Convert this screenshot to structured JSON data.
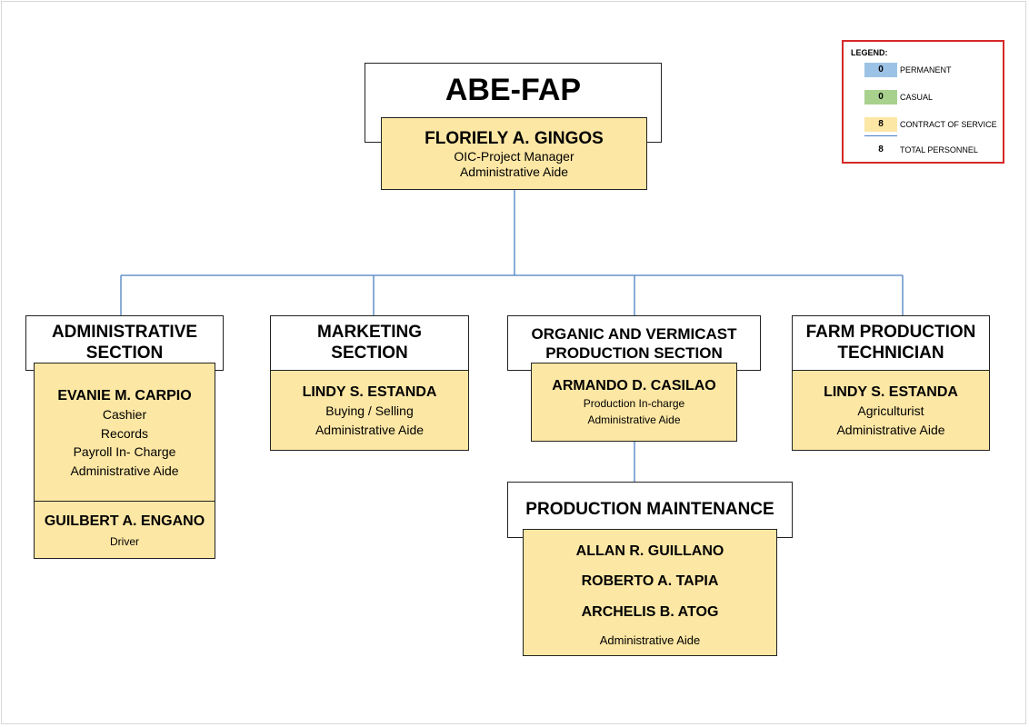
{
  "org": {
    "title": "ABE-FAP",
    "head": {
      "name": "FLORIELY A. GINGOS",
      "role1": "OIC-Project Manager",
      "role2": "Administrative Aide"
    }
  },
  "legend": {
    "title": "LEGEND:",
    "items": [
      {
        "value": "0",
        "label": "PERMANENT",
        "color": "#9cc3e5"
      },
      {
        "value": "0",
        "label": "CASUAL",
        "color": "#a9d18e"
      },
      {
        "value": "8",
        "label": "CONTRACT OF SERVICE",
        "color": "#fde7a4"
      },
      {
        "value": "8",
        "label": "TOTAL PERSONNEL",
        "color": "#ffffff"
      }
    ]
  },
  "sections": {
    "admin": {
      "title1": "ADMINISTRATIVE",
      "title2": "SECTION",
      "person1": {
        "name": "EVANIE M. CARPIO",
        "roles": [
          "Cashier",
          "Records",
          "Payroll In- Charge",
          "Administrative Aide"
        ]
      },
      "person2": {
        "name": "GUILBERT A. ENGANO",
        "role": "Driver"
      }
    },
    "marketing": {
      "title1": "MARKETING",
      "title2": "SECTION",
      "name": "LINDY S. ESTANDA",
      "role1": "Buying / Selling",
      "role2": "Administrative Aide"
    },
    "organic": {
      "title1": "ORGANIC AND VERMICAST",
      "title2": "PRODUCTION SECTION",
      "name": "ARMANDO D. CASILAO",
      "role1": "Production In-charge",
      "role2": "Administrative Aide"
    },
    "farm": {
      "title1": "FARM PRODUCTION",
      "title2": "TECHNICIAN",
      "name": "LINDY S. ESTANDA",
      "role1": "Agriculturist",
      "role2": "Administrative Aide"
    },
    "maintenance": {
      "title": "PRODUCTION MAINTENANCE",
      "names": [
        "ALLAN R. GUILLANO",
        "ROBERTO A. TAPIA",
        "ARCHELIS B. ATOG"
      ],
      "role": "Administrative Aide"
    }
  },
  "colors": {
    "connector": "#4a7fc1",
    "box_fill": "#fde7a4",
    "legend_border": "#d62828"
  }
}
